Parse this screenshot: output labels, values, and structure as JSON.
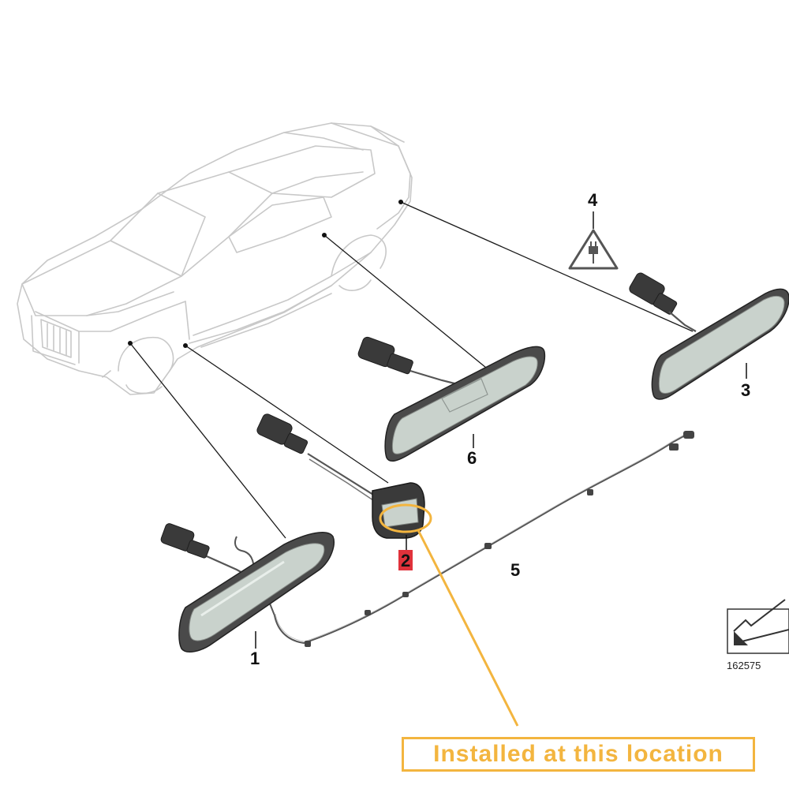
{
  "callouts": {
    "c1": "1",
    "c2": "2",
    "c3": "3",
    "c4": "4",
    "c5": "5",
    "c6": "6"
  },
  "reference_number": "162575",
  "install_note": "Installed at this location",
  "colors": {
    "highlight_ring": "#f3b53f",
    "highlight_badge": "#e0323b",
    "car_outline": "#c8c8c8",
    "part_dark": "#3a3a3a",
    "lens": "#c9d2cc"
  },
  "icons": {
    "warning": "electrical-plug-warning-icon",
    "direction": "installation-direction-icon"
  }
}
